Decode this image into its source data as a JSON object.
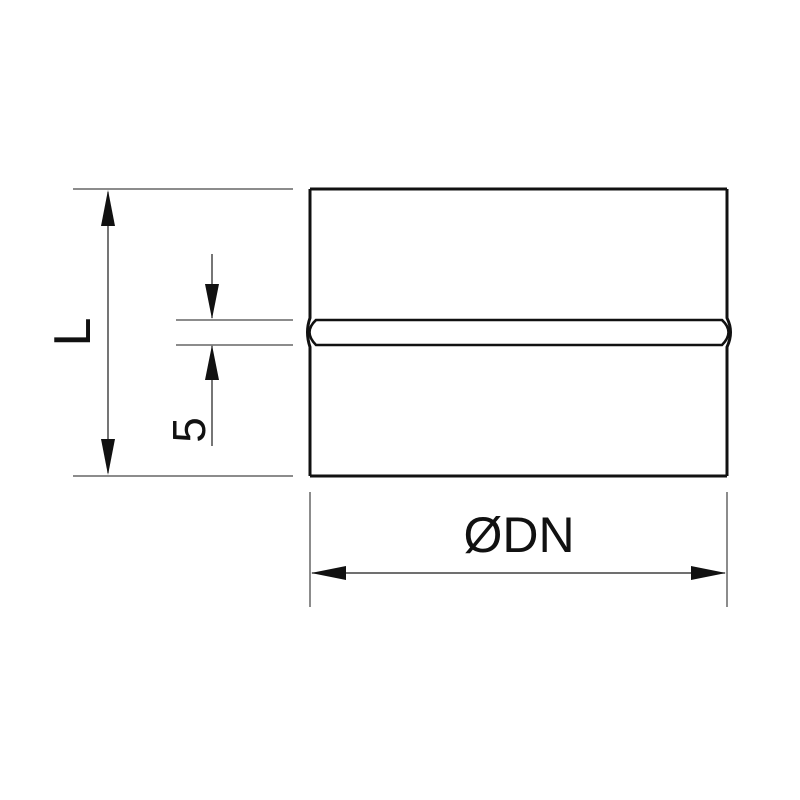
{
  "labels": {
    "length": "L",
    "bead_width": "5",
    "diameter": "ØDN"
  },
  "colors": {
    "line": "#111111",
    "background": "#ffffff"
  }
}
